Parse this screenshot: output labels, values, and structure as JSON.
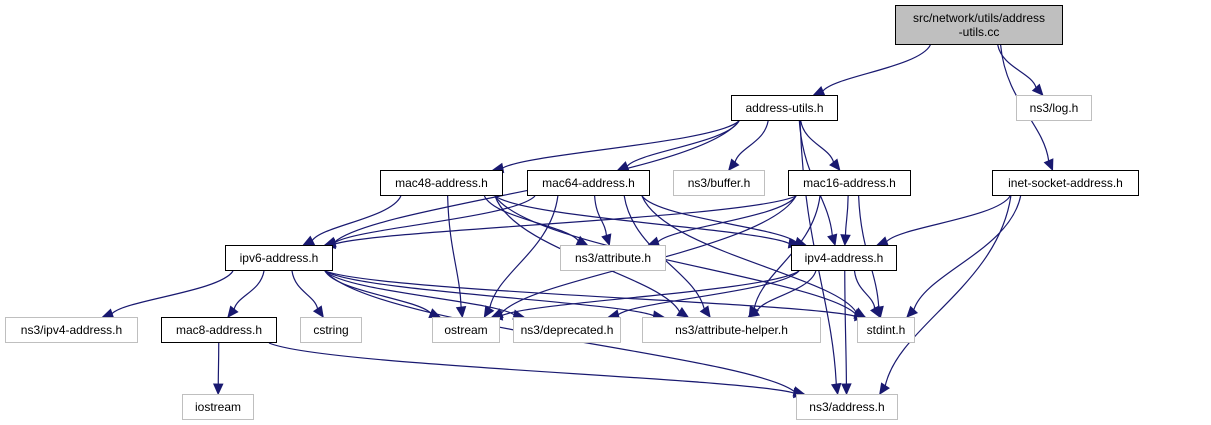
{
  "graph": {
    "title": "Include dependency graph for address-utils.cc",
    "edge_color": "#191970",
    "root_fill": "#bfbfbf",
    "nodes": {
      "root": {
        "label": "src/network/utils/address\n-utils.cc",
        "kind": "root"
      },
      "address_utils": {
        "label": "address-utils.h",
        "kind": "local"
      },
      "log": {
        "label": "ns3/log.h",
        "kind": "external"
      },
      "mac48": {
        "label": "mac48-address.h",
        "kind": "local"
      },
      "mac64": {
        "label": "mac64-address.h",
        "kind": "local"
      },
      "buffer": {
        "label": "ns3/buffer.h",
        "kind": "external"
      },
      "mac16": {
        "label": "mac16-address.h",
        "kind": "local"
      },
      "inet_socket": {
        "label": "inet-socket-address.h",
        "kind": "local"
      },
      "ipv6": {
        "label": "ipv6-address.h",
        "kind": "local"
      },
      "attribute": {
        "label": "ns3/attribute.h",
        "kind": "external"
      },
      "ipv4": {
        "label": "ipv4-address.h",
        "kind": "local"
      },
      "ns3_ipv4": {
        "label": "ns3/ipv4-address.h",
        "kind": "external"
      },
      "mac8": {
        "label": "mac8-address.h",
        "kind": "local"
      },
      "cstring": {
        "label": "cstring",
        "kind": "external"
      },
      "ostream": {
        "label": "ostream",
        "kind": "external"
      },
      "deprecated": {
        "label": "ns3/deprecated.h",
        "kind": "external"
      },
      "attribute_helper": {
        "label": "ns3/attribute-helper.h",
        "kind": "external"
      },
      "stdint": {
        "label": "stdint.h",
        "kind": "external"
      },
      "iostream": {
        "label": "iostream",
        "kind": "external"
      },
      "address": {
        "label": "ns3/address.h",
        "kind": "external"
      }
    },
    "edges": [
      [
        "root",
        "address_utils"
      ],
      [
        "root",
        "log"
      ],
      [
        "root",
        "inet_socket"
      ],
      [
        "address_utils",
        "mac48"
      ],
      [
        "address_utils",
        "mac64"
      ],
      [
        "address_utils",
        "buffer"
      ],
      [
        "address_utils",
        "mac16"
      ],
      [
        "address_utils",
        "ipv6"
      ],
      [
        "address_utils",
        "ipv4"
      ],
      [
        "address_utils",
        "address"
      ],
      [
        "mac48",
        "ipv6"
      ],
      [
        "mac48",
        "attribute"
      ],
      [
        "mac48",
        "ipv4"
      ],
      [
        "mac48",
        "ostream"
      ],
      [
        "mac48",
        "attribute_helper"
      ],
      [
        "mac48",
        "stdint"
      ],
      [
        "mac64",
        "ipv6"
      ],
      [
        "mac64",
        "attribute"
      ],
      [
        "mac64",
        "ipv4"
      ],
      [
        "mac64",
        "ostream"
      ],
      [
        "mac64",
        "attribute_helper"
      ],
      [
        "mac64",
        "stdint"
      ],
      [
        "mac16",
        "ipv6"
      ],
      [
        "mac16",
        "attribute"
      ],
      [
        "mac16",
        "ipv4"
      ],
      [
        "mac16",
        "ostream"
      ],
      [
        "mac16",
        "attribute_helper"
      ],
      [
        "mac16",
        "stdint"
      ],
      [
        "inet_socket",
        "ipv4"
      ],
      [
        "inet_socket",
        "stdint"
      ],
      [
        "inet_socket",
        "address"
      ],
      [
        "ipv6",
        "ns3_ipv4"
      ],
      [
        "ipv6",
        "mac8"
      ],
      [
        "ipv6",
        "cstring"
      ],
      [
        "ipv6",
        "ostream"
      ],
      [
        "ipv6",
        "deprecated"
      ],
      [
        "ipv6",
        "attribute_helper"
      ],
      [
        "ipv6",
        "stdint"
      ],
      [
        "ipv6",
        "address"
      ],
      [
        "ipv4",
        "ostream"
      ],
      [
        "ipv4",
        "deprecated"
      ],
      [
        "ipv4",
        "attribute_helper"
      ],
      [
        "ipv4",
        "stdint"
      ],
      [
        "ipv4",
        "address"
      ],
      [
        "mac8",
        "iostream"
      ],
      [
        "mac8",
        "address"
      ]
    ]
  }
}
